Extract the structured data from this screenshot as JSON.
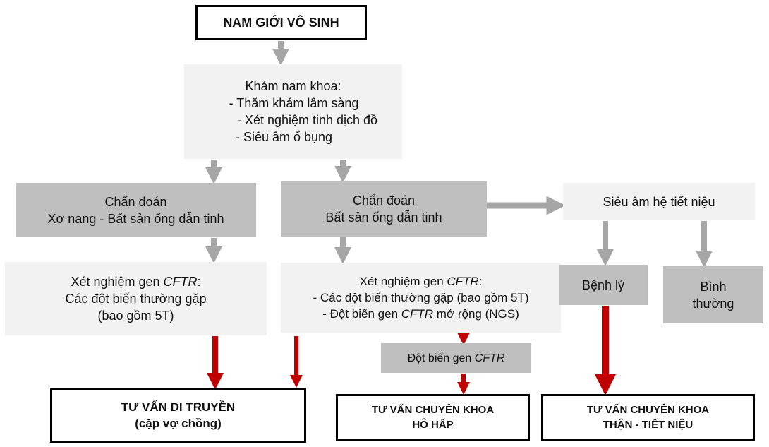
{
  "colors": {
    "gray_arrow": "#a6a6a6",
    "red_arrow": "#c00000",
    "light_box": "#f2f2f2",
    "gray_box": "#bfbfbf"
  },
  "nodes": {
    "root": {
      "lines": [
        "NAM GIỚI VÔ SINH"
      ]
    },
    "exam": {
      "lines": [
        "Khám nam khoa:",
        " - Thăm khám lâm sàng",
        "  - Xét nghiệm tinh dịch đồ",
        "- Siêu âm ổ bụng"
      ]
    },
    "diag_cf": {
      "lines": [
        "Chẩn đoán",
        "Xơ nang - Bất sản ống dẫn tinh"
      ]
    },
    "diag_cbavd": {
      "lines": [
        "Chẩn đoán",
        "Bất sản ống dẫn tinh"
      ]
    },
    "us_urinary": {
      "lines": [
        "Siêu âm hệ tiết niệu"
      ]
    },
    "test_left": {
      "title_prefix": "Xét nghiệm gen ",
      "gene": "CFTR",
      "title_suffix": ":",
      "lines": [
        "Các đột biến thường gặp",
        "(bao gồm 5T)"
      ]
    },
    "test_mid": {
      "title_prefix": "Xét nghiệm gen ",
      "gene": "CFTR",
      "title_suffix": ":",
      "line1": "- Các đột biến thường gặp (bao gồm 5T)",
      "line2_prefix": "- Đột biến gen ",
      "line2_gene": "CFTR",
      "line2_suffix": " mở rộng (NGS)"
    },
    "pathology": {
      "lines": [
        "Bệnh lý"
      ]
    },
    "normal": {
      "lines": [
        "Bình",
        "thường"
      ]
    },
    "cftr_mutation": {
      "prefix": "Đột biến gen ",
      "gene": "CFTR"
    },
    "genetic_counsel": {
      "lines": [
        "TƯ VẤN DI TRUYỀN",
        "(cặp vợ chồng)"
      ]
    },
    "resp_counsel": {
      "lines": [
        "TƯ VẤN CHUYÊN KHOA",
        "HÔ HẤP"
      ]
    },
    "uro_counsel": {
      "lines": [
        "TƯ VẤN CHUYÊN KHOA",
        "THẬN - TIẾT NIỆU"
      ]
    }
  },
  "edges": [
    {
      "from": "root",
      "to": "exam",
      "style": "gray"
    },
    {
      "from": "exam",
      "to": "diag_cf",
      "style": "gray"
    },
    {
      "from": "exam",
      "to": "diag_cbavd",
      "style": "gray"
    },
    {
      "from": "diag_cbavd",
      "to": "us_urinary",
      "style": "gray"
    },
    {
      "from": "diag_cf",
      "to": "test_left",
      "style": "gray"
    },
    {
      "from": "diag_cbavd",
      "to": "test_mid",
      "style": "gray"
    },
    {
      "from": "us_urinary",
      "to": "pathology",
      "style": "gray"
    },
    {
      "from": "us_urinary",
      "to": "normal",
      "style": "gray"
    },
    {
      "from": "test_left",
      "to": "genetic_counsel",
      "style": "red"
    },
    {
      "from": "test_mid",
      "to": "genetic_counsel",
      "style": "red"
    },
    {
      "from": "test_mid",
      "to": "cftr_mutation",
      "style": "red"
    },
    {
      "from": "cftr_mutation",
      "to": "resp_counsel",
      "style": "red"
    },
    {
      "from": "pathology",
      "to": "uro_counsel",
      "style": "red"
    }
  ]
}
